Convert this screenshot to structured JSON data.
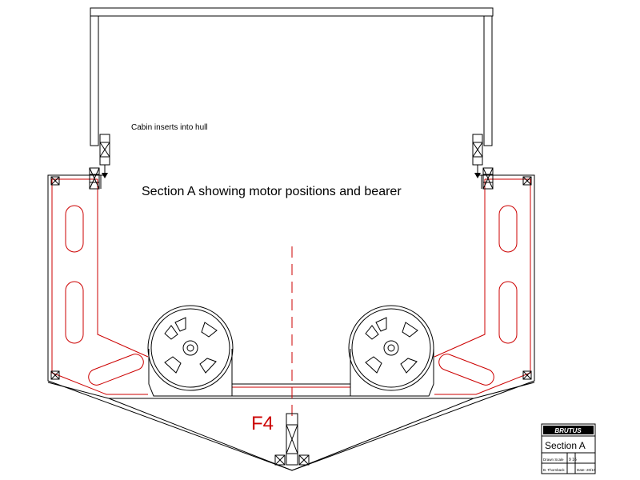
{
  "colors": {
    "outline": "#000000",
    "structure": "#cc0000",
    "background": "#ffffff"
  },
  "annotations": {
    "cabin_note": "Cabin inserts into hull",
    "section_title": "Section A showing motor positions and bearer",
    "frame_label": "F4"
  },
  "title_block": {
    "logo": "BRUTUS",
    "section_name": "Section A",
    "fields": [
      {
        "label": "Drawn Scale",
        "value": "9 16"
      },
      {
        "label": "B. Thornback",
        "value": "Date: 20/10"
      }
    ]
  }
}
